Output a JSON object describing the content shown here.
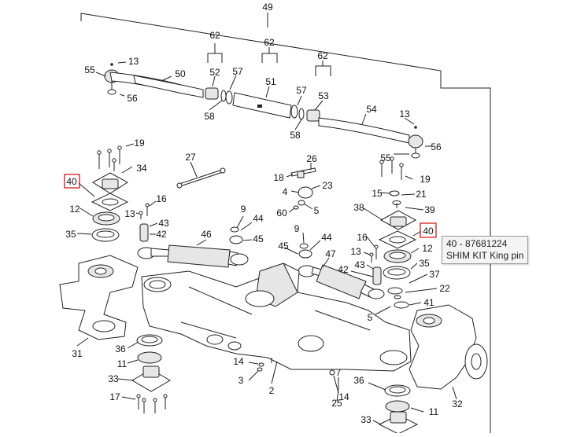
{
  "callouts": {
    "c49": "49",
    "c13a": "13",
    "c55a": "55",
    "c56a": "56",
    "c50": "50",
    "c62a": "62",
    "c52": "52",
    "c57a": "57",
    "c58a": "58",
    "c62b": "62",
    "c51": "51",
    "c62c": "62",
    "c53": "53",
    "c57b": "57",
    "c58b": "58",
    "c54": "54",
    "c13b": "13",
    "c56b": "56",
    "c55b": "55",
    "c19a": "19",
    "c34": "34",
    "c40a": "40",
    "c12a": "12",
    "c35a": "35",
    "c27": "27",
    "c16a": "16",
    "c13c": "13",
    "c43a": "43",
    "c42a": "42",
    "c26": "26",
    "c18": "18",
    "c23": "23",
    "c4": "4",
    "c60": "60",
    "c5a": "5",
    "c9a": "9",
    "c44a": "44",
    "c45a": "45",
    "c46": "46",
    "c9b": "9",
    "c44b": "44",
    "c45b": "45",
    "c47": "47",
    "c16b": "16",
    "c13d": "13",
    "c43b": "43",
    "c42b": "42",
    "c19b": "19",
    "c15": "15",
    "c21": "21",
    "c38": "38",
    "c39": "39",
    "c40b": "40",
    "c12b": "12",
    "c35b": "35",
    "c37": "37",
    "c22": "22",
    "c41": "41",
    "c5b": "5",
    "c31": "31",
    "c36a": "36",
    "c11a": "11",
    "c33a": "33",
    "c17": "17",
    "c14a": "14",
    "c3": "3",
    "c2": "2",
    "c7": "7",
    "c14b": "14",
    "c25": "25",
    "c36b": "36",
    "c11b": "11",
    "c33b": "33",
    "c32": "32"
  },
  "tooltip": {
    "title": "40 - 87681224",
    "description": "SHIM KIT King pin"
  },
  "colors": {
    "highlight": "#d21b1b",
    "line": "#222222",
    "tooltip_bg": "#f4f4f4"
  }
}
